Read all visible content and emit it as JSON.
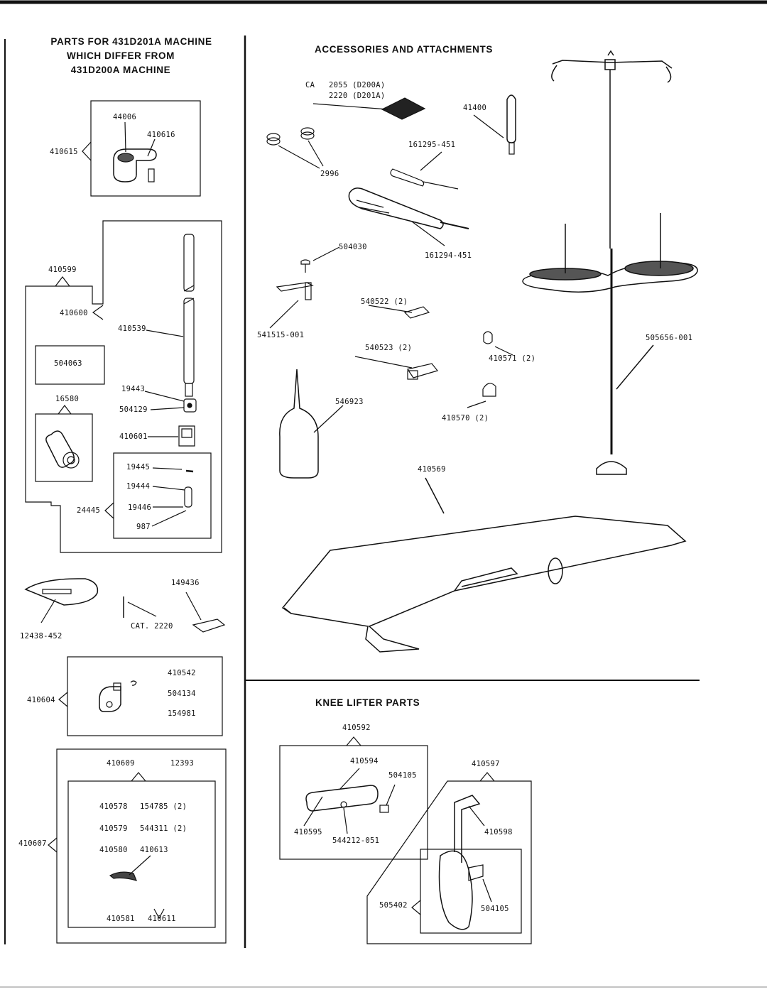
{
  "left": {
    "title": [
      "PARTS FOR 431D201A MACHINE",
      "WHICH DIFFER FROM",
      "431D200A MACHINE"
    ],
    "group_hook": {
      "assy": "410615",
      "parts": [
        "44006",
        "410616"
      ]
    },
    "group_shaft": {
      "outer": "410599",
      "assy": "410600",
      "rod": "410539",
      "mid": "504063",
      "lever": "16580",
      "parts": [
        "19443",
        "504129",
        "410601"
      ],
      "sub_assy": "24445",
      "sub_parts": [
        "19445",
        "19444",
        "19446",
        "987"
      ]
    },
    "loose": {
      "plate": "12438-452",
      "feed": "149436",
      "needle": "CAT. 2220"
    },
    "group_bracket": {
      "assy": "410604",
      "parts": [
        "410542",
        "504134",
        "154981"
      ]
    },
    "group_knife": {
      "assy": "410607",
      "top": [
        "410609",
        "12393"
      ],
      "rows": [
        [
          "410578",
          "154785 (2)"
        ],
        [
          "410579",
          "544311 (2)"
        ],
        [
          "410580",
          "410613"
        ]
      ],
      "bottom": [
        "410581",
        "410611"
      ]
    }
  },
  "accessories": {
    "title": "ACCESSORIES AND ATTACHMENTS",
    "needle_cat": {
      "prefix": "CA",
      "line1": "2055 (D200A)",
      "line2": "2220 (D201A)"
    },
    "items": [
      "41400",
      "161295-451",
      "2996",
      "161294-451",
      "504030",
      "540522 (2)",
      "541515-001",
      "540523 (2)",
      "410571 (2)",
      "505656-001",
      "546923",
      "410570 (2)",
      "410569"
    ]
  },
  "knee": {
    "title": "KNEE LIFTER PARTS",
    "group_a": {
      "assy": "410592",
      "parts": [
        "410594",
        "504105",
        "410595",
        "544212-051"
      ]
    },
    "group_b": {
      "assy": "410597",
      "parts": [
        "410598",
        "505402",
        "504105"
      ]
    }
  }
}
